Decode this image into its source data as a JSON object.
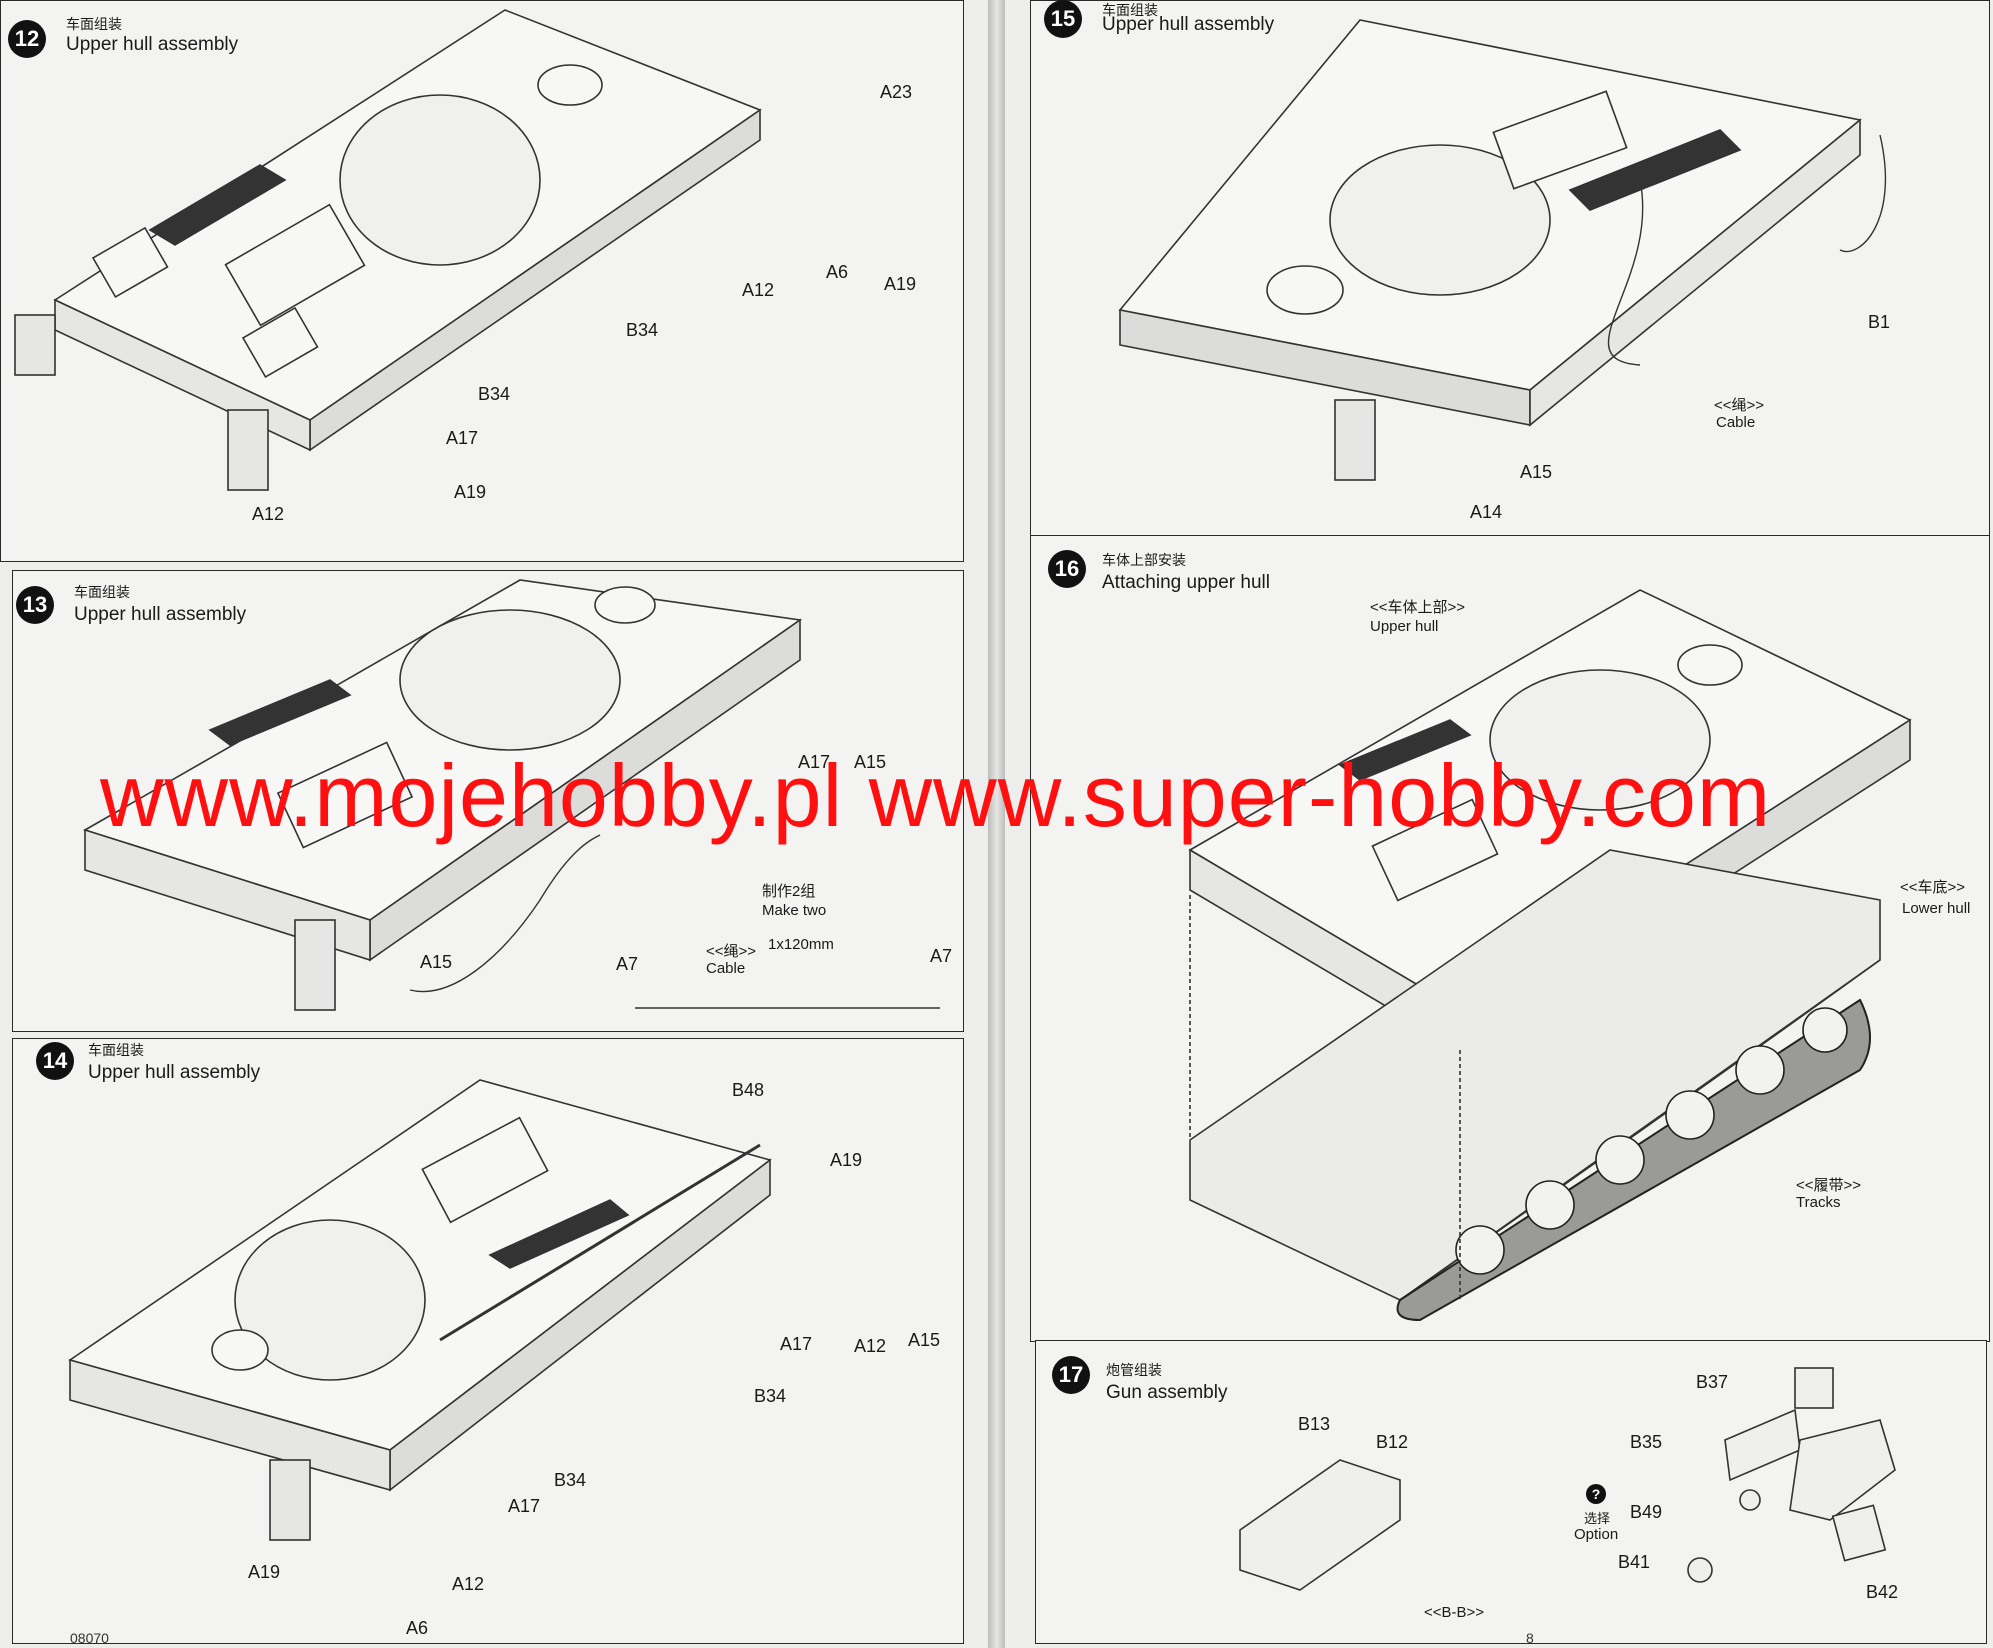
{
  "steps": [
    {
      "num": "12",
      "cn": "车面组装",
      "en": "Upper hull assembly"
    },
    {
      "num": "13",
      "cn": "车面组装",
      "en": "Upper hull assembly"
    },
    {
      "num": "14",
      "cn": "车面组装",
      "en": "Upper hull assembly"
    },
    {
      "num": "15",
      "cn": "车面组装",
      "en": "Upper hull assembly"
    },
    {
      "num": "16",
      "cn": "车体上部安装",
      "en": "Attaching upper  hull"
    },
    {
      "num": "17",
      "cn": "炮管组装",
      "en": "Gun assembly"
    }
  ],
  "step12_parts": [
    "A23",
    "A12",
    "A6",
    "A19",
    "B34",
    "B34",
    "A17",
    "A19",
    "A12"
  ],
  "step13": {
    "parts": [
      "A17",
      "A15",
      "A15",
      "A7",
      "A7"
    ],
    "note_cn": "制作2组",
    "note_en": "Make two",
    "cable_cn": "<<绳>>",
    "cable_size": "1x120mm",
    "cable_en": "Cable"
  },
  "step14_parts": [
    "B48",
    "A19",
    "A17",
    "A12",
    "A15",
    "B34",
    "A17",
    "B34",
    "A19",
    "A12",
    "A6"
  ],
  "step15": {
    "parts": [
      "B1",
      "A15",
      "A14"
    ],
    "cable_cn": "<<绳>>",
    "cable_en": "Cable"
  },
  "step16": {
    "upper_cn": "<<车体上部>>",
    "upper_en": "Upper hull",
    "lower_cn": "<<车底>>",
    "lower_en": "Lower hull",
    "tracks_cn": "<<履带>>",
    "tracks_en": "Tracks"
  },
  "step17": {
    "parts": [
      "B13",
      "B12",
      "B37",
      "B35",
      "B49",
      "B41",
      "B42"
    ],
    "option_cn": "选择",
    "option_en": "Option",
    "option_mark": "?",
    "section": "<<B-B>>"
  },
  "watermark": "www.mojehobby.pl www.super-hobby.com",
  "page_numbers": {
    "left": "08070",
    "right": "8"
  },
  "colors": {
    "watermark": "#ff1010",
    "paper": "#ededeb",
    "ink": "#1a1a1a"
  }
}
